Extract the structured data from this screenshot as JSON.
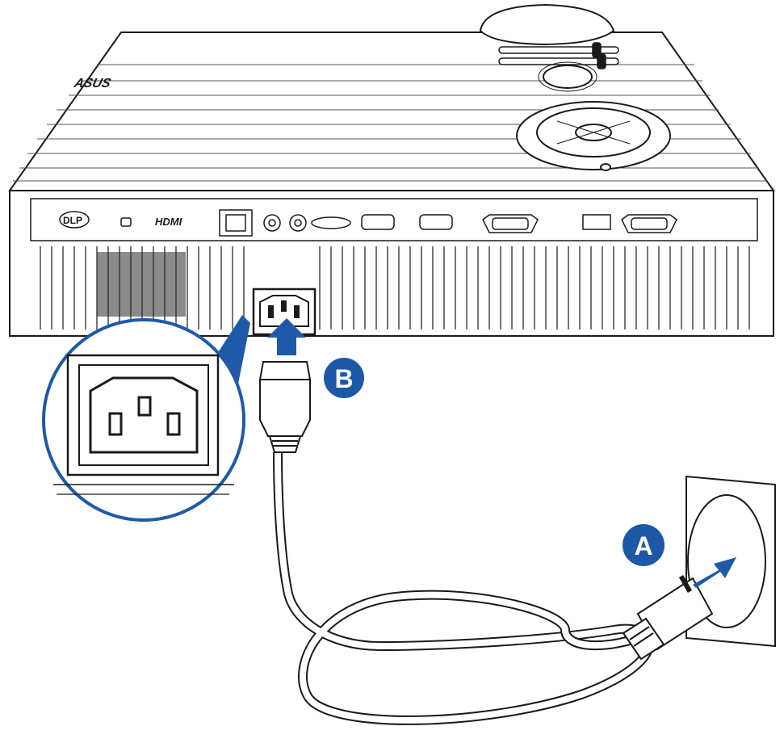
{
  "brand": {
    "logo": "ASUS",
    "dlp_logo": "DLP",
    "hdmi_logo": "HDMI"
  },
  "callouts": {
    "a": "A",
    "b": "B"
  },
  "colors": {
    "outline": "#1a1a1a",
    "accent_blue": "#1e5aa8",
    "badge_blue": "#1d58a6",
    "background": "#ffffff"
  },
  "icons": [
    "projector",
    "power-inlet",
    "power-plug",
    "wall-outlet",
    "arrow",
    "power-cord"
  ]
}
